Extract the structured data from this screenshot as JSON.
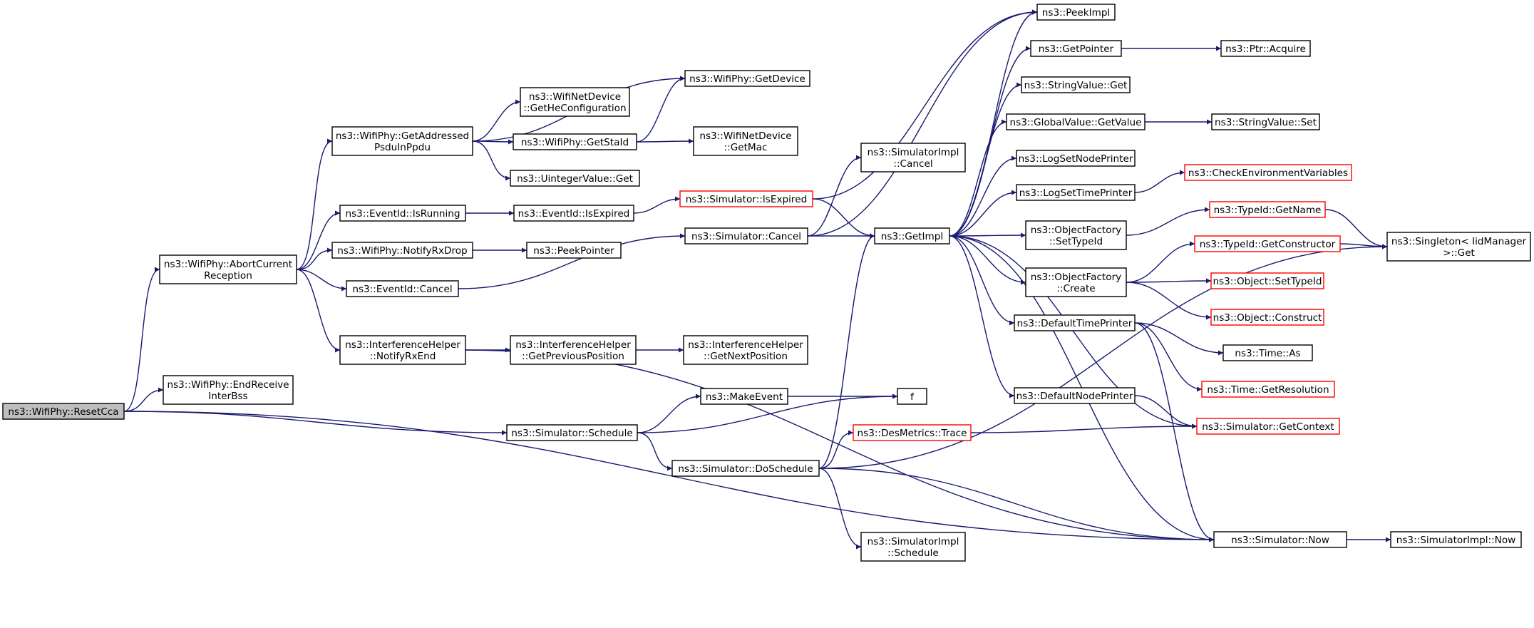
{
  "colors": {
    "edge": "#191970",
    "node_border": "#000000",
    "truncated_border": "#ff0000",
    "root_fill": "#bfbfbf",
    "node_fill": "#ffffff"
  },
  "nodes": {
    "resetcca": {
      "lines": [
        "ns3::WifiPhy::ResetCca"
      ],
      "kind": "root"
    },
    "abortcurrent": {
      "lines": [
        "ns3::WifiPhy::AbortCurrent",
        "Reception"
      ],
      "kind": "normal"
    },
    "endreceive": {
      "lines": [
        "ns3::WifiPhy::EndReceive",
        "InterBss"
      ],
      "kind": "normal"
    },
    "schedule": {
      "lines": [
        "ns3::Simulator::Schedule"
      ],
      "kind": "normal"
    },
    "now": {
      "lines": [
        "ns3::Simulator::Now"
      ],
      "kind": "normal"
    },
    "getaddressed": {
      "lines": [
        "ns3::WifiPhy::GetAddressed",
        "PsduInPpdu"
      ],
      "kind": "normal"
    },
    "isrunning": {
      "lines": [
        "ns3::EventId::IsRunning"
      ],
      "kind": "normal"
    },
    "notifyrxdrop": {
      "lines": [
        "ns3::WifiPhy::NotifyRxDrop"
      ],
      "kind": "normal"
    },
    "eventcancel": {
      "lines": [
        "ns3::EventId::Cancel"
      ],
      "kind": "normal"
    },
    "notifyrxend": {
      "lines": [
        "ns3::InterferenceHelper",
        "::NotifyRxEnd"
      ],
      "kind": "normal"
    },
    "getdevice": {
      "lines": [
        "ns3::WifiPhy::GetDevice"
      ],
      "kind": "normal"
    },
    "gethe": {
      "lines": [
        "ns3::WifiNetDevice",
        "::GetHeConfiguration"
      ],
      "kind": "normal"
    },
    "getstaid": {
      "lines": [
        "ns3::WifiPhy::GetStaId"
      ],
      "kind": "normal"
    },
    "uintegerget": {
      "lines": [
        "ns3::UintegerValue::Get"
      ],
      "kind": "normal"
    },
    "getmac": {
      "lines": [
        "ns3::WifiNetDevice",
        "::GetMac"
      ],
      "kind": "normal"
    },
    "isexpired": {
      "lines": [
        "ns3::EventId::IsExpired"
      ],
      "kind": "normal"
    },
    "simisexpired": {
      "lines": [
        "ns3::Simulator::IsExpired"
      ],
      "kind": "truncated"
    },
    "simcancel": {
      "lines": [
        "ns3::Simulator::Cancel"
      ],
      "kind": "normal"
    },
    "simimplcancel": {
      "lines": [
        "ns3::SimulatorImpl",
        "::Cancel"
      ],
      "kind": "normal"
    },
    "peekpointer": {
      "lines": [
        "ns3::PeekPointer"
      ],
      "kind": "normal"
    },
    "getprevpos": {
      "lines": [
        "ns3::InterferenceHelper",
        "::GetPreviousPosition"
      ],
      "kind": "normal"
    },
    "getnextpos": {
      "lines": [
        "ns3::InterferenceHelper",
        "::GetNextPosition"
      ],
      "kind": "normal"
    },
    "makeevent": {
      "lines": [
        "ns3::MakeEvent"
      ],
      "kind": "normal"
    },
    "f": {
      "lines": [
        "f"
      ],
      "kind": "normal"
    },
    "doschedule": {
      "lines": [
        "ns3::Simulator::DoSchedule"
      ],
      "kind": "normal"
    },
    "trace": {
      "lines": [
        "ns3::DesMetrics::Trace"
      ],
      "kind": "truncated"
    },
    "simimplschedule": {
      "lines": [
        "ns3::SimulatorImpl",
        "::Schedule"
      ],
      "kind": "normal"
    },
    "getimpl": {
      "lines": [
        "ns3::GetImpl"
      ],
      "kind": "normal"
    },
    "peekimpl": {
      "lines": [
        "ns3::PeekImpl"
      ],
      "kind": "normal"
    },
    "getpointer": {
      "lines": [
        "ns3::GetPointer"
      ],
      "kind": "normal"
    },
    "ptracquire": {
      "lines": [
        "ns3::Ptr::Acquire"
      ],
      "kind": "normal"
    },
    "stringget": {
      "lines": [
        "ns3::StringValue::Get"
      ],
      "kind": "normal"
    },
    "globalget": {
      "lines": [
        "ns3::GlobalValue::GetValue"
      ],
      "kind": "normal"
    },
    "stringset": {
      "lines": [
        "ns3::StringValue::Set"
      ],
      "kind": "normal"
    },
    "lognode": {
      "lines": [
        "ns3::LogSetNodePrinter"
      ],
      "kind": "normal"
    },
    "logtime": {
      "lines": [
        "ns3::LogSetTimePrinter"
      ],
      "kind": "normal"
    },
    "checkenv": {
      "lines": [
        "ns3::CheckEnvironmentVariables"
      ],
      "kind": "truncated"
    },
    "settypeid": {
      "lines": [
        "ns3::ObjectFactory",
        "::SetTypeId"
      ],
      "kind": "normal"
    },
    "getname": {
      "lines": [
        "ns3::TypeId::GetName"
      ],
      "kind": "truncated"
    },
    "singleton": {
      "lines": [
        "ns3::Singleton< IidManager",
        " >::Get"
      ],
      "kind": "normal"
    },
    "create": {
      "lines": [
        "ns3::ObjectFactory",
        "::Create"
      ],
      "kind": "normal"
    },
    "getconstructor": {
      "lines": [
        "ns3::TypeId::GetConstructor"
      ],
      "kind": "truncated"
    },
    "objsettypeid": {
      "lines": [
        "ns3::Object::SetTypeId"
      ],
      "kind": "truncated"
    },
    "objconstruct": {
      "lines": [
        "ns3::Object::Construct"
      ],
      "kind": "truncated"
    },
    "deftimeprinter": {
      "lines": [
        "ns3::DefaultTimePrinter"
      ],
      "kind": "normal"
    },
    "timeas": {
      "lines": [
        "ns3::Time::As"
      ],
      "kind": "normal"
    },
    "getresolution": {
      "lines": [
        "ns3::Time::GetResolution"
      ],
      "kind": "truncated"
    },
    "defnodeprinter": {
      "lines": [
        "ns3::DefaultNodePrinter"
      ],
      "kind": "normal"
    },
    "getcontext": {
      "lines": [
        "ns3::Simulator::GetContext"
      ],
      "kind": "truncated"
    },
    "simimplnow": {
      "lines": [
        "ns3::SimulatorImpl::Now"
      ],
      "kind": "normal"
    }
  },
  "edges": [
    [
      "resetcca",
      "abortcurrent"
    ],
    [
      "resetcca",
      "endreceive"
    ],
    [
      "resetcca",
      "schedule"
    ],
    [
      "resetcca",
      "now"
    ],
    [
      "abortcurrent",
      "getaddressed"
    ],
    [
      "abortcurrent",
      "isrunning"
    ],
    [
      "abortcurrent",
      "notifyrxdrop"
    ],
    [
      "abortcurrent",
      "eventcancel"
    ],
    [
      "abortcurrent",
      "notifyrxend"
    ],
    [
      "getaddressed",
      "getdevice"
    ],
    [
      "getaddressed",
      "gethe"
    ],
    [
      "getaddressed",
      "getstaid"
    ],
    [
      "getaddressed",
      "uintegerget"
    ],
    [
      "getstaid",
      "getdevice"
    ],
    [
      "getstaid",
      "getmac"
    ],
    [
      "isrunning",
      "isexpired"
    ],
    [
      "isexpired",
      "simisexpired"
    ],
    [
      "simisexpired",
      "peekimpl"
    ],
    [
      "simisexpired",
      "getimpl"
    ],
    [
      "notifyrxdrop",
      "peekpointer"
    ],
    [
      "eventcancel",
      "simcancel"
    ],
    [
      "simcancel",
      "simimplcancel"
    ],
    [
      "simcancel",
      "getimpl"
    ],
    [
      "simcancel",
      "peekimpl"
    ],
    [
      "notifyrxend",
      "getprevpos"
    ],
    [
      "notifyrxend",
      "now"
    ],
    [
      "getprevpos",
      "getnextpos"
    ],
    [
      "schedule",
      "makeevent"
    ],
    [
      "schedule",
      "f"
    ],
    [
      "schedule",
      "doschedule"
    ],
    [
      "makeevent",
      "f"
    ],
    [
      "doschedule",
      "getimpl"
    ],
    [
      "doschedule",
      "trace"
    ],
    [
      "doschedule",
      "simimplschedule"
    ],
    [
      "doschedule",
      "singleton"
    ],
    [
      "doschedule",
      "now"
    ],
    [
      "trace",
      "getcontext"
    ],
    [
      "getimpl",
      "peekimpl"
    ],
    [
      "getimpl",
      "getpointer"
    ],
    [
      "getimpl",
      "stringget"
    ],
    [
      "getimpl",
      "globalget"
    ],
    [
      "getimpl",
      "lognode"
    ],
    [
      "getimpl",
      "logtime"
    ],
    [
      "getimpl",
      "settypeid"
    ],
    [
      "getimpl",
      "create"
    ],
    [
      "getimpl",
      "deftimeprinter"
    ],
    [
      "getimpl",
      "defnodeprinter"
    ],
    [
      "getimpl",
      "getcontext"
    ],
    [
      "getimpl",
      "now"
    ],
    [
      "getpointer",
      "ptracquire"
    ],
    [
      "globalget",
      "stringset"
    ],
    [
      "logtime",
      "checkenv"
    ],
    [
      "settypeid",
      "getname"
    ],
    [
      "getname",
      "singleton"
    ],
    [
      "create",
      "getconstructor"
    ],
    [
      "create",
      "objsettypeid"
    ],
    [
      "create",
      "objconstruct"
    ],
    [
      "getconstructor",
      "singleton"
    ],
    [
      "deftimeprinter",
      "timeas"
    ],
    [
      "deftimeprinter",
      "getresolution"
    ],
    [
      "deftimeprinter",
      "now"
    ],
    [
      "defnodeprinter",
      "getcontext"
    ],
    [
      "now",
      "simimplnow"
    ]
  ]
}
